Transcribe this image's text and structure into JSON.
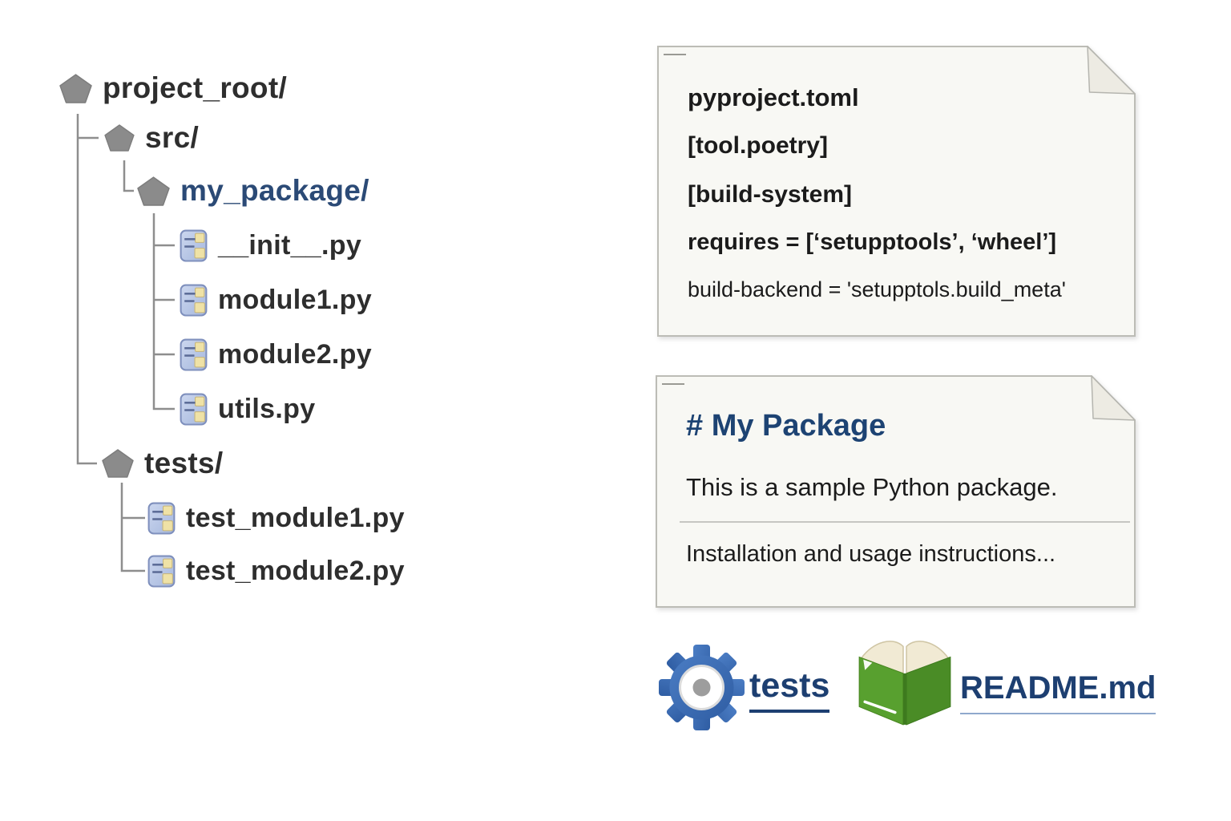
{
  "tree": {
    "items": [
      {
        "label": "project_root/",
        "type": "folder"
      },
      {
        "label": "src/",
        "type": "folder"
      },
      {
        "label": "my_package/",
        "type": "folder",
        "highlight": true
      },
      {
        "label": "__init__.py",
        "type": "file"
      },
      {
        "label": "module1.py",
        "type": "file"
      },
      {
        "label": "module2.py",
        "type": "file"
      },
      {
        "label": "utils.py",
        "type": "file"
      },
      {
        "label": "tests/",
        "type": "folder"
      },
      {
        "label": "test_module1.py",
        "type": "file"
      },
      {
        "label": "test_module2.py",
        "type": "file"
      }
    ]
  },
  "pyproject_card": {
    "lines": [
      "pyproject.toml",
      "[tool.poetry]",
      "[build-system]",
      "requires = [‘setupptools’, ‘wheel’]",
      "build-backend = 'setupptols.build_meta'"
    ]
  },
  "readme_card": {
    "heading": "# My Package",
    "body": "This is a sample Python package.",
    "footer": "Installation and usage instructions..."
  },
  "links": {
    "tests": "tests",
    "readme": "README.md"
  },
  "icons": {
    "folder": "gray-pentagon-folder-icon",
    "python_file": "blue-file-card-icon",
    "tests": "gear-icon",
    "readme": "open-book-icon"
  },
  "colors": {
    "accent_navy": "#1d4373",
    "tree_text": "#2e2e2e",
    "folder_gray": "#8b8b8b",
    "file_blue": "#b9c8e6",
    "card_bg": "#f8f8f4",
    "card_border": "#bcbcb6",
    "gear_blue": "#3b6cb4",
    "book_green": "#55a02f",
    "connector_gray": "#8e8e8e"
  }
}
